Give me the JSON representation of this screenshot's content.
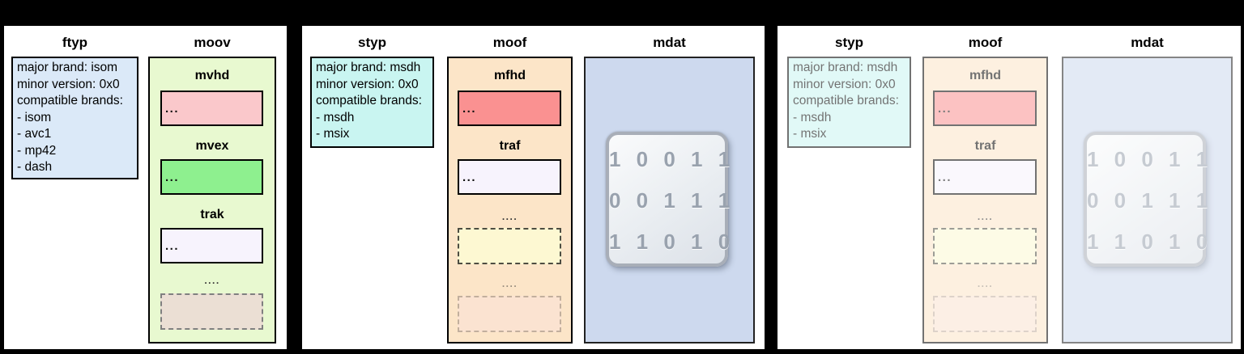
{
  "colors": {
    "background": "#000000",
    "panel_bg": "#ffffff",
    "ftyp_bg": "#dbe9f8",
    "styp_bg": "#c9f5f1",
    "moov_bg": "#e8f9d0",
    "moof_bg": "#fce5c8",
    "mdat_bg": "#cdd9ee",
    "mvhd_bg": "#fac8cb",
    "mfhd_bg": "#fa9191",
    "mvex_bg": "#8ef08f",
    "trak_bg": "#f7f3fd",
    "traf_bg": "#f7f3fd",
    "moov_dashed_bg": "#ebdfd4",
    "moof_dashed_yellow_bg": "#fdf8d2",
    "moof_dashed_pink_bg": "#fbe3da",
    "binary_digit_color": "#99a2ae"
  },
  "panel1": {
    "ftyp": {
      "title": "ftyp",
      "lines": [
        "major brand: isom",
        "minor version: 0x0",
        "compatible brands:",
        "- isom",
        "- avc1",
        "- mp42",
        "- dash"
      ]
    },
    "moov": {
      "title": "moov",
      "mvhd_label": "mvhd",
      "mvhd_content": "...",
      "mvex_label": "mvex",
      "mvex_content": "...",
      "trak_label": "trak",
      "trak_content": "...",
      "more_dots": "...."
    }
  },
  "panel2": {
    "styp": {
      "title": "styp",
      "lines": [
        "major brand: msdh",
        "minor version: 0x0",
        "compatible brands:",
        "- msdh",
        "- msix"
      ]
    },
    "moof": {
      "title": "moof",
      "mfhd_label": "mfhd",
      "mfhd_content": "...",
      "traf_label": "traf",
      "traf_content": "...",
      "more_dots_1": "....",
      "more_dots_2": "...."
    },
    "mdat": {
      "title": "mdat",
      "binary_rows": [
        "1 0 0 1 1",
        "0 0 1 1 1",
        "1 1 0 1 0"
      ]
    }
  },
  "panel3": {
    "styp": {
      "title": "styp",
      "lines": [
        "major brand: msdh",
        "minor version: 0x0",
        "compatible brands:",
        "- msdh",
        "- msix"
      ]
    },
    "moof": {
      "title": "moof",
      "mfhd_label": "mfhd",
      "mfhd_content": "...",
      "traf_label": "traf",
      "traf_content": "...",
      "more_dots_1": "....",
      "more_dots_2": "...."
    },
    "mdat": {
      "title": "mdat",
      "binary_rows": [
        "1 0 0 1 1",
        "0 0 1 1 1",
        "1 1 0 1 0"
      ]
    }
  }
}
